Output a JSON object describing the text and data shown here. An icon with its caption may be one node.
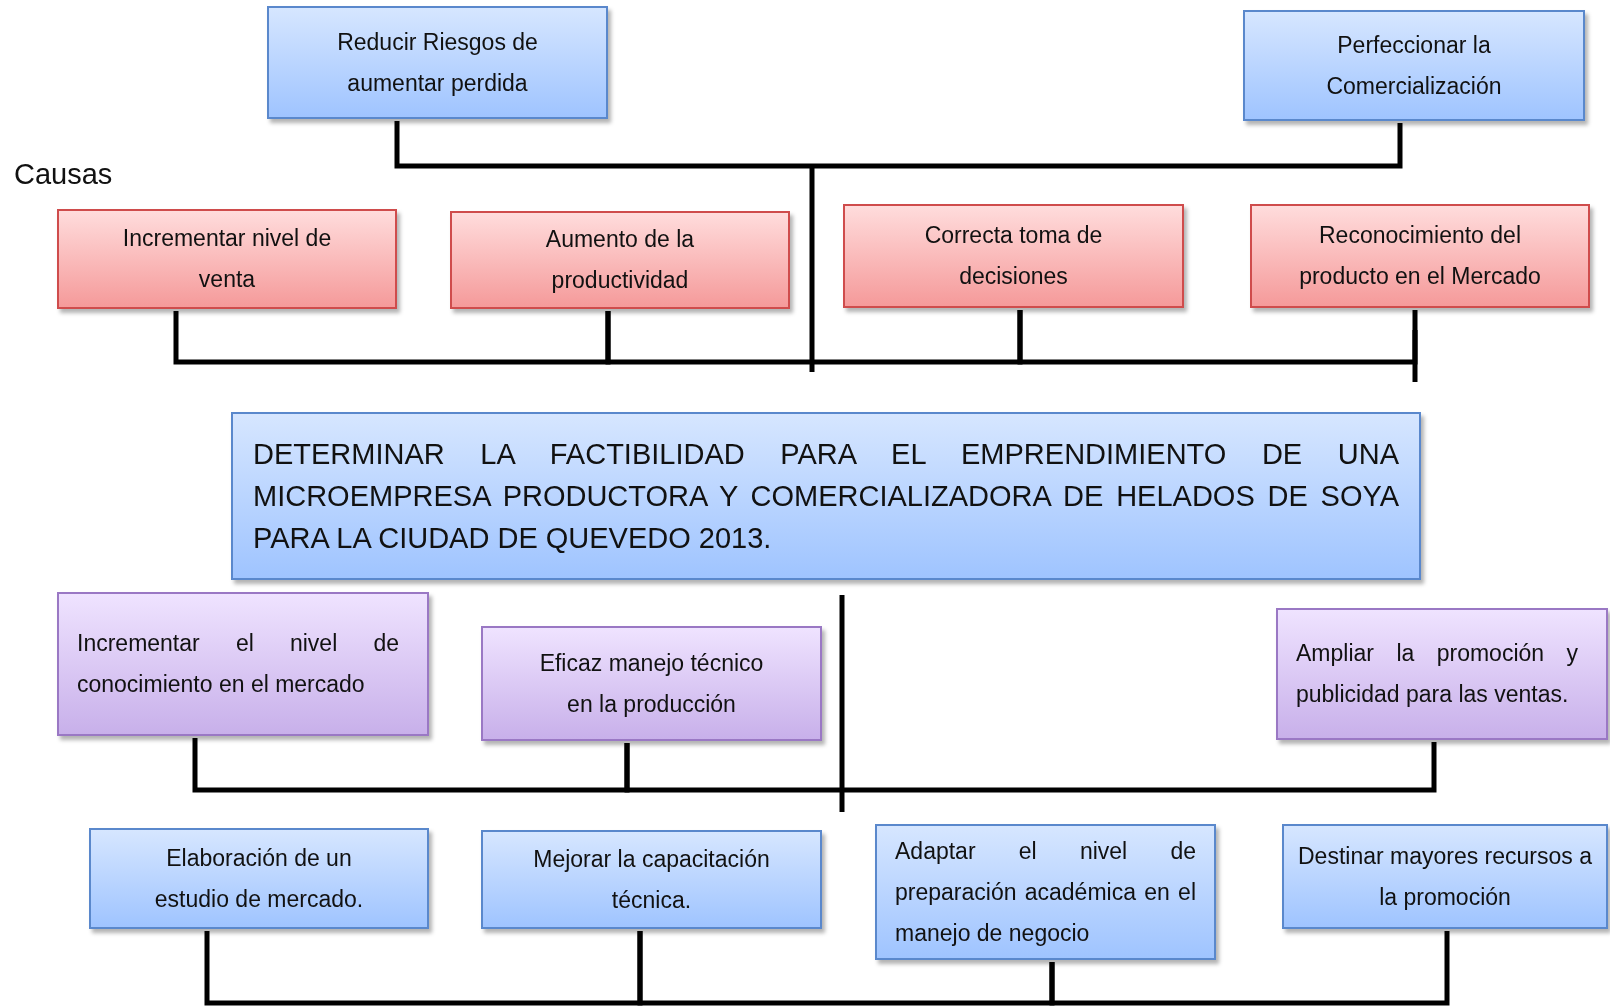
{
  "diagram": {
    "nodes": [
      {
        "text": [
          "Reducir Riesgos de aumentar perdida"
        ]
      },
      {
        "text": [
          "Perfeccionar la Comercialización"
        ]
      },
      {
        "text": [
          "Incrementar nivel de venta"
        ]
      },
      {
        "text": [
          "Aumento de la productividad"
        ]
      },
      {
        "text": [
          "Correcta toma de decisiones"
        ]
      },
      {
        "text": [
          "Reconocimiento del producto en el Mercado"
        ]
      },
      {
        "text": [
          "DETERMINAR LA FACTIBILIDAD PARA EL EMPRENDIMIENTO DE UNA MICROEMPRESA PRODUCTORA Y COMERCIALIZADORA DE HELADOS DE SOYA PARA LA CIUDAD DE QUEVEDO 2013."
        ]
      },
      {
        "text": [
          "Incrementar el nivel de conocimiento en el mercado"
        ]
      },
      {
        "text": [
          "Eficaz manejo técnico en la producción"
        ]
      },
      {
        "text": [
          "Ampliar la promoción y publicidad para las ventas."
        ]
      },
      {
        "text": [
          "Elaboración de un estudio de mercado."
        ]
      },
      {
        "text": [
          "Mejorar la capacitación técnica."
        ]
      },
      {
        "text": [
          "Adaptar el nivel de preparación académica en el manejo de negocio"
        ]
      },
      {
        "text": [
          "Destinar mayores recursos a la promoción"
        ]
      }
    ],
    "edges": [
      {
        "from": 0,
        "to": 1,
        "arrow": "none"
      },
      {
        "from": 2,
        "to": 3,
        "arrow": "none"
      },
      {
        "from": 3,
        "to": 4,
        "arrow": "none"
      },
      {
        "from": 4,
        "to": 5,
        "arrow": "none"
      },
      {
        "from": 7,
        "to": 8,
        "arrow": "none"
      },
      {
        "from": 8,
        "to": 9,
        "arrow": "none"
      },
      {
        "from": 10,
        "to": 11,
        "arrow": "none"
      },
      {
        "from": 11,
        "to": 12,
        "arrow": "none"
      },
      {
        "from": 12,
        "to": 13,
        "arrow": "none"
      }
    ],
    "labels": [
      "Causas"
    ]
  }
}
